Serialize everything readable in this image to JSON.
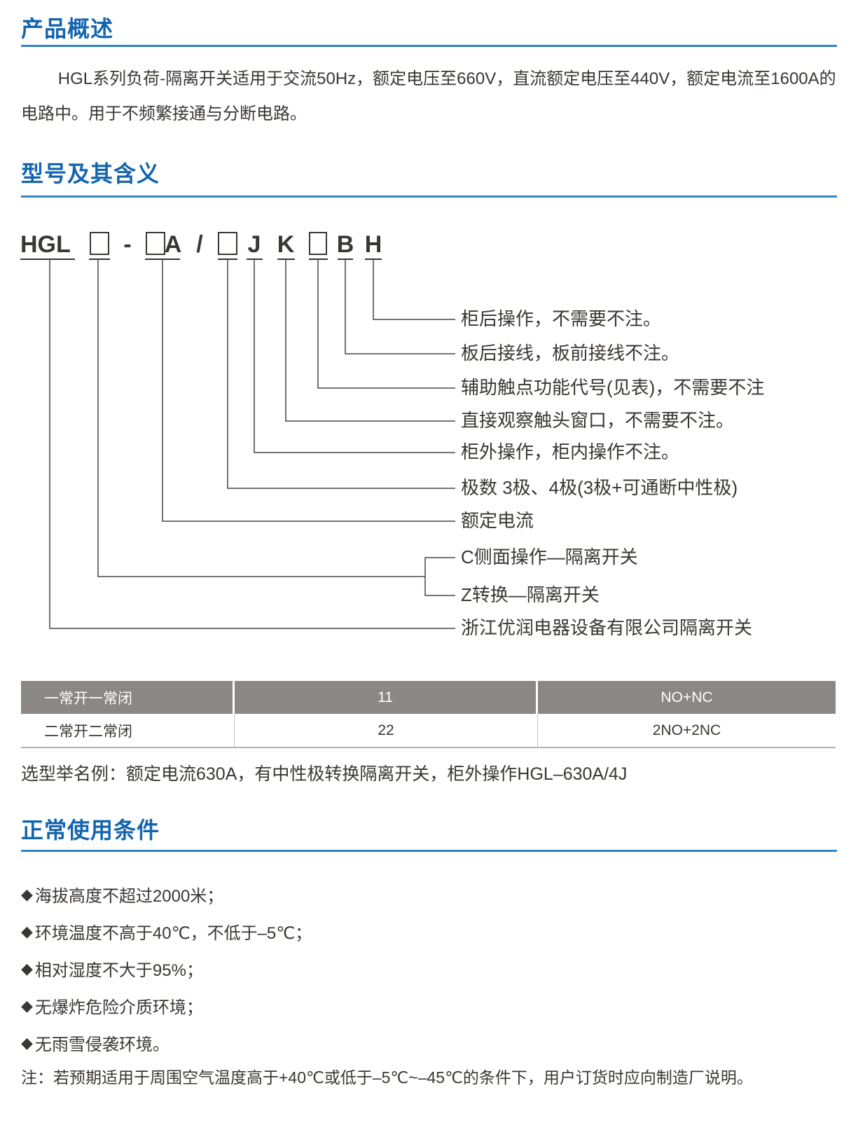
{
  "theme": {
    "heading_color": "#1464ae",
    "rule_color": "#2f86c7",
    "text_color": "#3a3633",
    "diagram_line_color": "#4c4542",
    "table_header_bg": "#8a8785",
    "table_header_text": "#ffffff",
    "table_border": "#b5b1ae"
  },
  "sections": {
    "overview": {
      "title": "产品概述",
      "paragraph": "HGL系列负荷-隔离开关适用于交流50Hz，额定电压至660V，直流额定电压至440V，额定电流至1600A的电路中。用于不频繁接通与分断电路。"
    },
    "model": {
      "title": "型号及其含义",
      "code": {
        "brand": "HGL",
        "hyphen": "-",
        "ampere": "A",
        "slash": "/",
        "j": "J",
        "k": "K",
        "b": "B",
        "h": "H"
      },
      "labels": [
        "柜后操作，不需要不注。",
        "板后接线，板前接线不注。",
        "辅助触点功能代号(见表)，不需要不注",
        "直接观察触头窗口，不需要不注。",
        "柜外操作，柜内操作不注。",
        "极数 3极、4极(3极+可通断中性极)",
        "额定电流",
        "C侧面操作—隔离开关",
        "Z转换—隔离开关",
        "浙江优润电器设备有限公司隔离开关"
      ]
    },
    "aux_table": {
      "rows": [
        {
          "name": "一常开一常闭",
          "code": "11",
          "contacts": "NO+NC"
        },
        {
          "name": "二常开二常闭",
          "code": "22",
          "contacts": "2NO+2NC"
        }
      ]
    },
    "selection_example": "选型举名例：额定电流630A，有中性极转换隔离开关，柜外操作HGL–630A/4J",
    "usage": {
      "title": "正常使用条件",
      "bullet": "◆",
      "items": [
        "海拔高度不超过2000米；",
        "环境温度不高于40℃，不低于–5℃；",
        "相对湿度不大于95%；",
        "无爆炸危险介质环境；",
        "无雨雪侵袭环境。"
      ],
      "note": "注：若预期适用于周围空气温度高于+40℃或低于–5℃~–45℃的条件下，用户订货时应向制造厂说明。"
    }
  }
}
